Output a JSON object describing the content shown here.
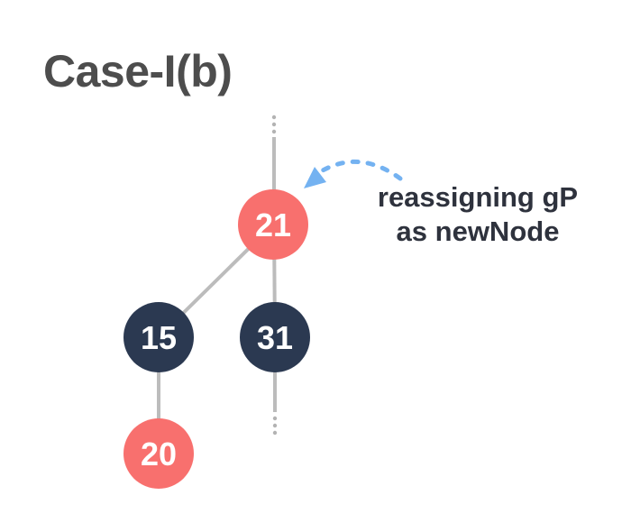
{
  "title": "Case-I(b)",
  "annotation": {
    "line1": "reassigning gP",
    "line2": "as newNode",
    "arrow_color": "#74b2f1",
    "text_color": "#2e323d"
  },
  "tree": {
    "edge_color": "#bcbcbc",
    "ellipsis_color": "#b3b3b3",
    "node_text_color": "#ffffff",
    "nodes": [
      {
        "value": "21",
        "color_role": "red",
        "color": "#f8706e"
      },
      {
        "value": "15",
        "color_role": "black",
        "color": "#2b3951"
      },
      {
        "value": "31",
        "color_role": "black",
        "color": "#2b3951"
      },
      {
        "value": "20",
        "color_role": "red",
        "color": "#f8706e"
      }
    ]
  },
  "colors": {
    "background": "#ffffff",
    "title_text": "#4d4d4d"
  }
}
